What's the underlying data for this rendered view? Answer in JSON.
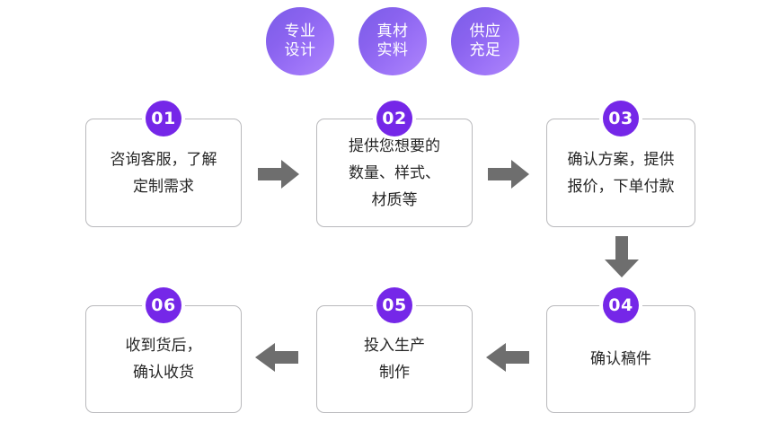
{
  "theme": {
    "background": "#ffffff",
    "badge_color": "#7527e8",
    "circle_gradient_from": "#7b5de8",
    "circle_gradient_to": "#ae86fb",
    "arrow_color": "#6e6e6e",
    "box_border_color": "#b9b9bc",
    "text_color": "#262626"
  },
  "features": [
    {
      "name": "feature-professional-design",
      "lines": [
        "专业",
        "设计"
      ]
    },
    {
      "name": "feature-genuine-material",
      "lines": [
        "真材",
        "实料"
      ]
    },
    {
      "name": "feature-ample-supply",
      "lines": [
        "供应",
        "充足"
      ]
    }
  ],
  "steps": [
    {
      "number": "01",
      "name": "step-consult-service",
      "lines": [
        "咨询客服，了解",
        "定制需求"
      ]
    },
    {
      "number": "02",
      "name": "step-provide-requirements",
      "lines": [
        "提供您想要的",
        "数量、样式、",
        "材质等"
      ]
    },
    {
      "number": "03",
      "name": "step-confirm-plan-quote",
      "lines": [
        "确认方案，提供",
        "报价，下单付款"
      ]
    },
    {
      "number": "04",
      "name": "step-confirm-draft",
      "lines": [
        "确认稿件"
      ]
    },
    {
      "number": "05",
      "name": "step-production",
      "lines": [
        "投入生产",
        "制作"
      ]
    },
    {
      "number": "06",
      "name": "step-confirm-receipt",
      "lines": [
        "收到货后，",
        "确认收货"
      ]
    }
  ],
  "arrows": [
    {
      "name": "arrow-step01-to-step02",
      "direction": "right"
    },
    {
      "name": "arrow-step02-to-step03",
      "direction": "right"
    },
    {
      "name": "arrow-step03-to-step04",
      "direction": "down"
    },
    {
      "name": "arrow-step04-to-step05",
      "direction": "left"
    },
    {
      "name": "arrow-step05-to-step06",
      "direction": "left"
    }
  ]
}
